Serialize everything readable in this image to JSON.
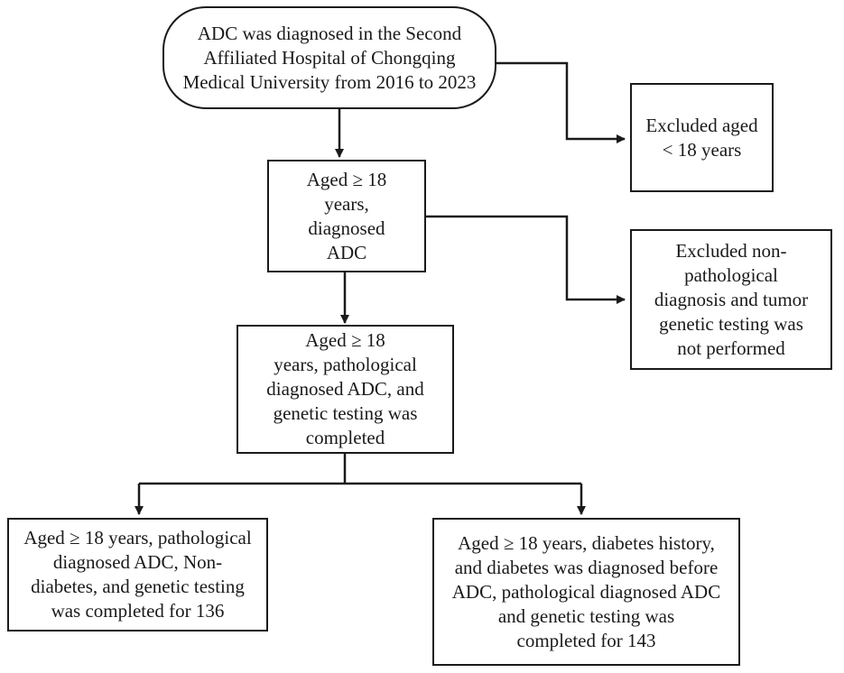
{
  "flowchart": {
    "start": "ADC was diagnosed in the Second\nAffiliated Hospital of Chongqing\nMedical University from 2016 to 2023",
    "exclude_age": "Excluded aged\n< 18 years",
    "step_aged": "Aged ≥ 18\nyears,\ndiagnosed\nADC",
    "exclude_pathology": "Excluded non-\npathological\ndiagnosis and tumor\ngenetic testing was\nnot performed",
    "step_pathology": "Aged ≥ 18\nyears, pathological\ndiagnosed ADC, and\ngenetic testing was\ncompleted",
    "group_non_diabetes": "Aged ≥ 18 years, pathological\ndiagnosed ADC, Non-\ndiabetes, and genetic testing\nwas completed for 136",
    "group_diabetes": "Aged ≥ 18 years, diabetes history,\nand diabetes was diagnosed before\nADC, pathological diagnosed ADC\nand genetic testing was\ncompleted  for 143"
  },
  "colors": {
    "stroke": "#1a1a1a",
    "background": "#ffffff"
  }
}
